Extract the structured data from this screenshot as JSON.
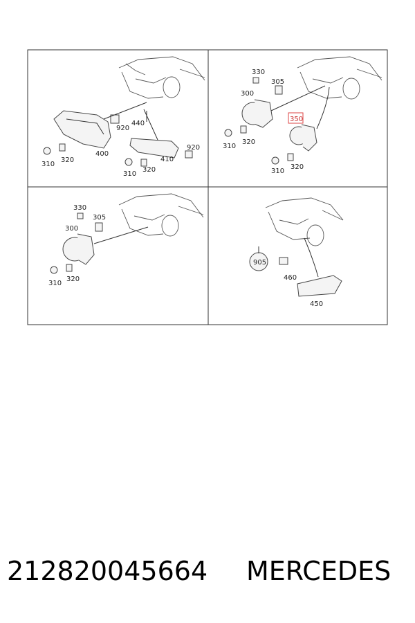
{
  "panels": [
    {
      "id": "top-left",
      "labels": [
        "920",
        "440",
        "400",
        "920",
        "410",
        "310",
        "320",
        "310",
        "320"
      ]
    },
    {
      "id": "top-right",
      "labels": [
        "330",
        "305",
        "300",
        "350",
        "310",
        "320",
        "310",
        "320"
      ],
      "highlighted": "350"
    },
    {
      "id": "bottom-left",
      "labels": [
        "330",
        "305",
        "300",
        "310",
        "320"
      ]
    },
    {
      "id": "bottom-right",
      "labels": [
        "905",
        "460",
        "450"
      ]
    }
  ],
  "footer": {
    "part_number": "212820045664",
    "brand": "MERCEDES"
  },
  "colors": {
    "highlight": "#dd4444",
    "lines": "#333333"
  }
}
